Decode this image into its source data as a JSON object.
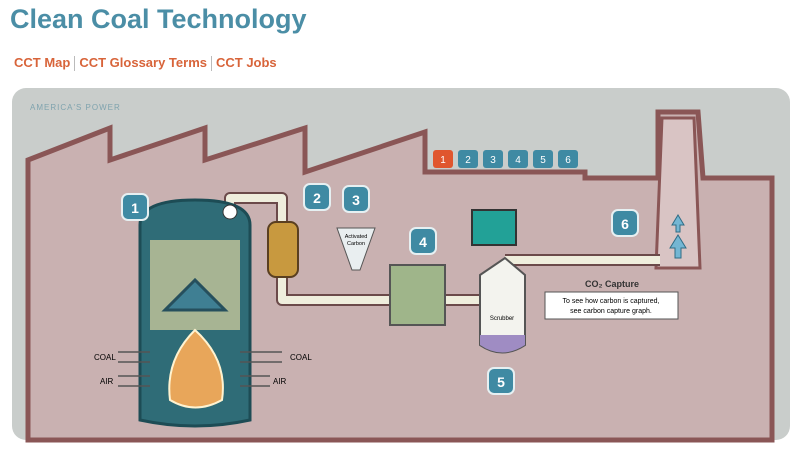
{
  "header": {
    "title": "Clean Coal Technology"
  },
  "nav": {
    "links": [
      "CCT Map",
      "CCT Glossary Terms",
      "CCT Jobs"
    ]
  },
  "diagram": {
    "brand": "AMERICA'S POWER",
    "tabs": [
      "1",
      "2",
      "3",
      "4",
      "5",
      "6"
    ],
    "active_tab": "1",
    "steps": [
      "1",
      "2",
      "3",
      "4",
      "5",
      "6"
    ],
    "activated_carbon": [
      "Activated",
      "Carbon"
    ],
    "scrubber": "Scrubber",
    "coal": "COAL",
    "air": "AIR",
    "co2_capture": "CO₂ Capture",
    "caption": [
      "To see how carbon is captured,",
      "see carbon capture graph."
    ]
  },
  "colors": {
    "title": "#4b8ea6",
    "links": "#d8643a",
    "active_tab": "#e0562e",
    "badge": "#3f8aa3"
  }
}
